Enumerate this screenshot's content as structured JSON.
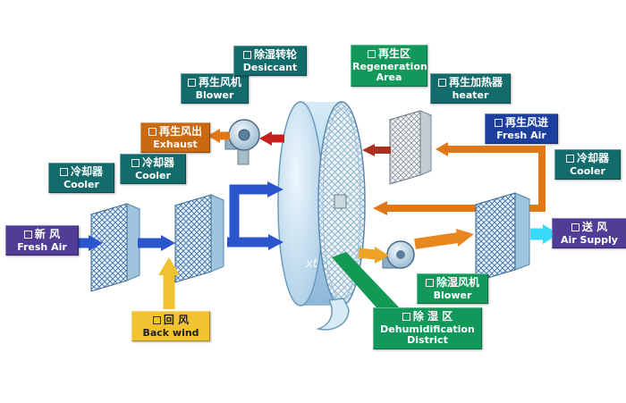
{
  "labels": {
    "fresh_air_in": {
      "zh": "新 风",
      "en": "Fresh Air"
    },
    "cooler_1": {
      "zh": "冷却器",
      "en": "Cooler"
    },
    "cooler_2": {
      "zh": "冷却器",
      "en": "Cooler"
    },
    "back_wind": {
      "zh": "回 风",
      "en": "Back wind"
    },
    "exhaust": {
      "zh": "再生风出",
      "en": "Exhaust"
    },
    "regen_blower": {
      "zh": "再生风机",
      "en": "Blower"
    },
    "desiccant_wheel": {
      "zh": "除湿转轮",
      "en": "Desiccant"
    },
    "regen_area": {
      "zh": "再生区",
      "en": "Regeneration Area"
    },
    "regen_heater": {
      "zh": "再生加热器",
      "en": "heater"
    },
    "regen_fresh_air": {
      "zh": "再生风进",
      "en": "Fresh Air"
    },
    "cooler_3": {
      "zh": "冷却器",
      "en": "Cooler"
    },
    "air_supply": {
      "zh": "送 风",
      "en": "Air Supply"
    },
    "dehum_blower": {
      "zh": "除湿风机",
      "en": "Blower"
    },
    "dehum_district": {
      "zh": "除 湿 区",
      "en": "Dehumidification District"
    }
  },
  "watermark": "xt",
  "colors": {
    "teal_label": "#136b6b",
    "purple_label": "#4f3d96",
    "green_label": "#12985a",
    "orange_label": "#c96a12",
    "blue_label": "#1c3e9e",
    "yellow_label": "#f2c230",
    "arrow_blue": "#2b55cc",
    "arrow_orange": "#e07818",
    "arrow_yellow": "#f0c230",
    "arrow_red": "#c42020",
    "arrow_cyan": "#38d8f8",
    "beam_green": "#129a52"
  }
}
